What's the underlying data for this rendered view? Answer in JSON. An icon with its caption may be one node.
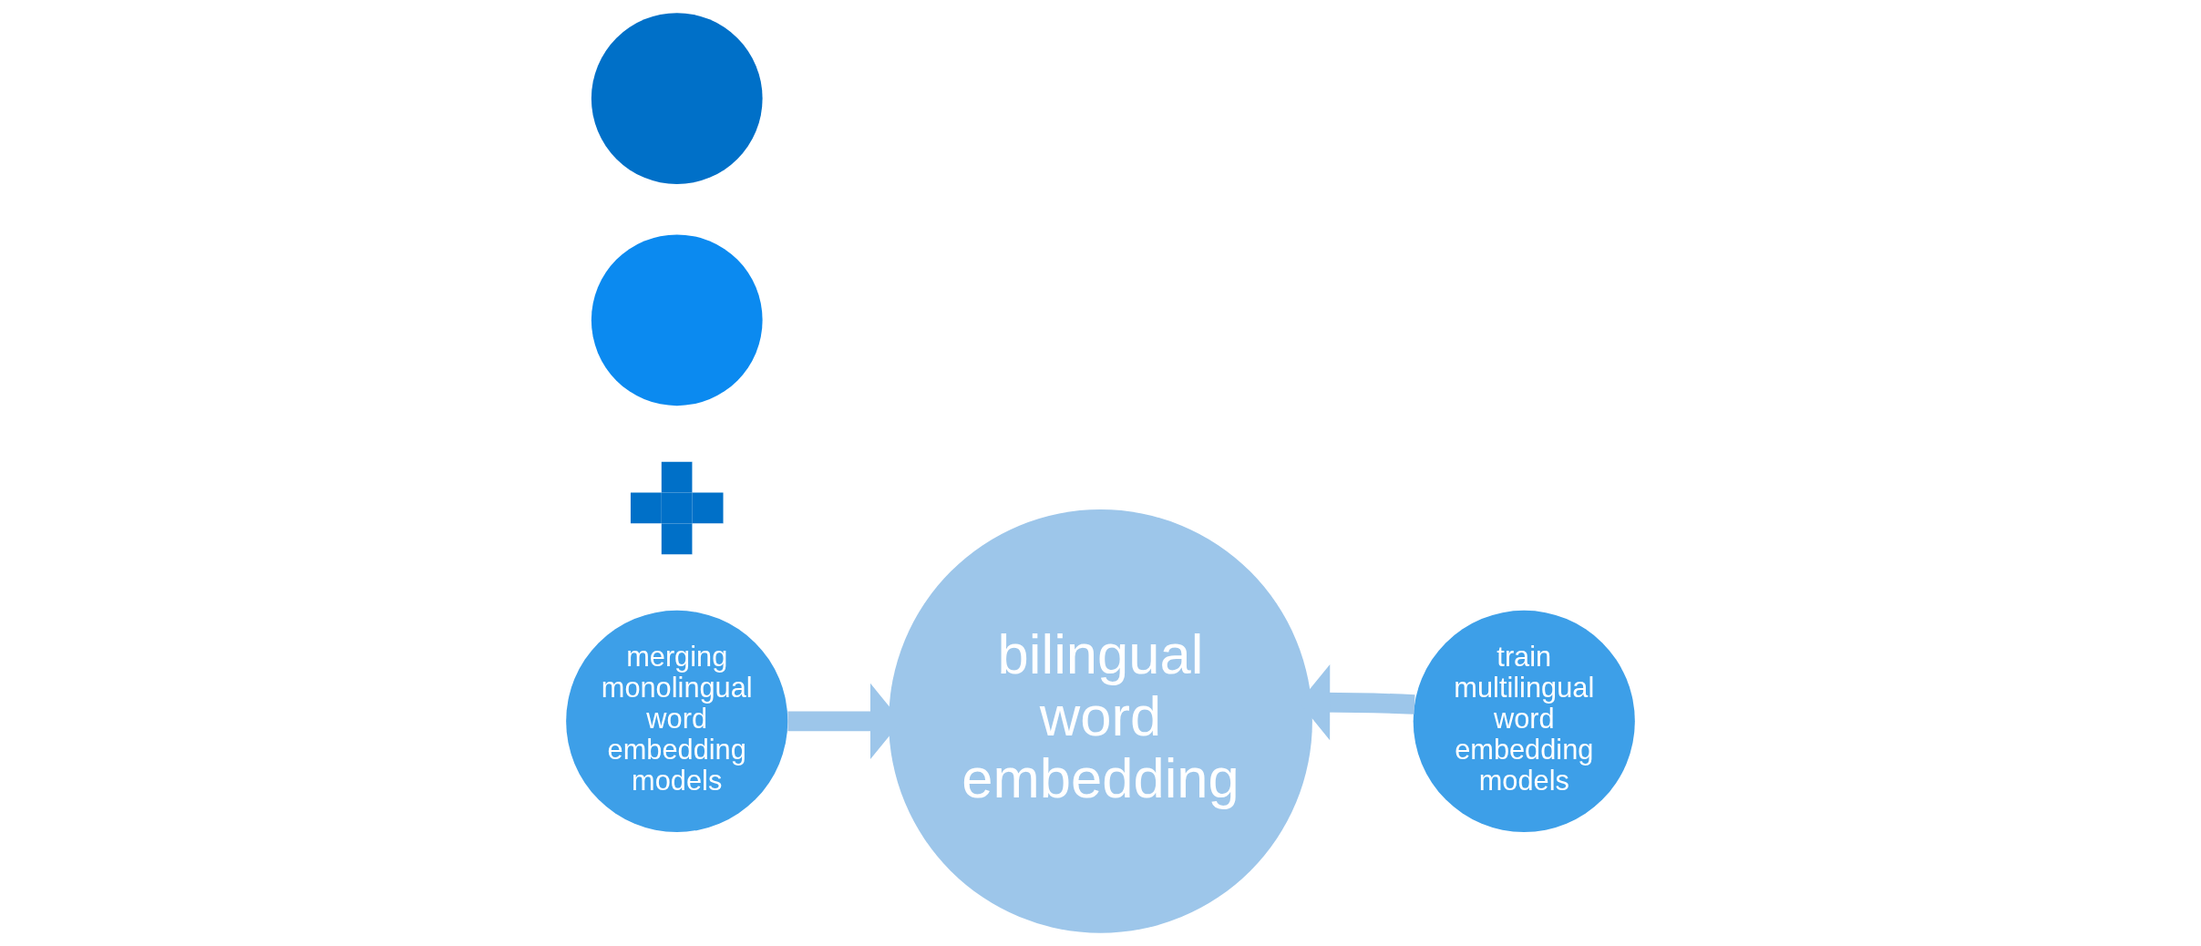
{
  "diagram": {
    "nodes": [
      {
        "text": [],
        "shape": "circle"
      },
      {
        "text": [],
        "shape": "circle"
      },
      {
        "text": [],
        "shape": "plus"
      },
      {
        "text": [
          "merging monolingual word embedding models"
        ]
      },
      {
        "text": [
          "bilingual word embedding"
        ]
      },
      {
        "text": [
          "train multilingual word embedding models"
        ]
      }
    ],
    "edges": [
      {
        "from": 3,
        "to": 4,
        "arrow": "to"
      },
      {
        "from": 5,
        "to": 4,
        "arrow": "to"
      }
    ]
  }
}
